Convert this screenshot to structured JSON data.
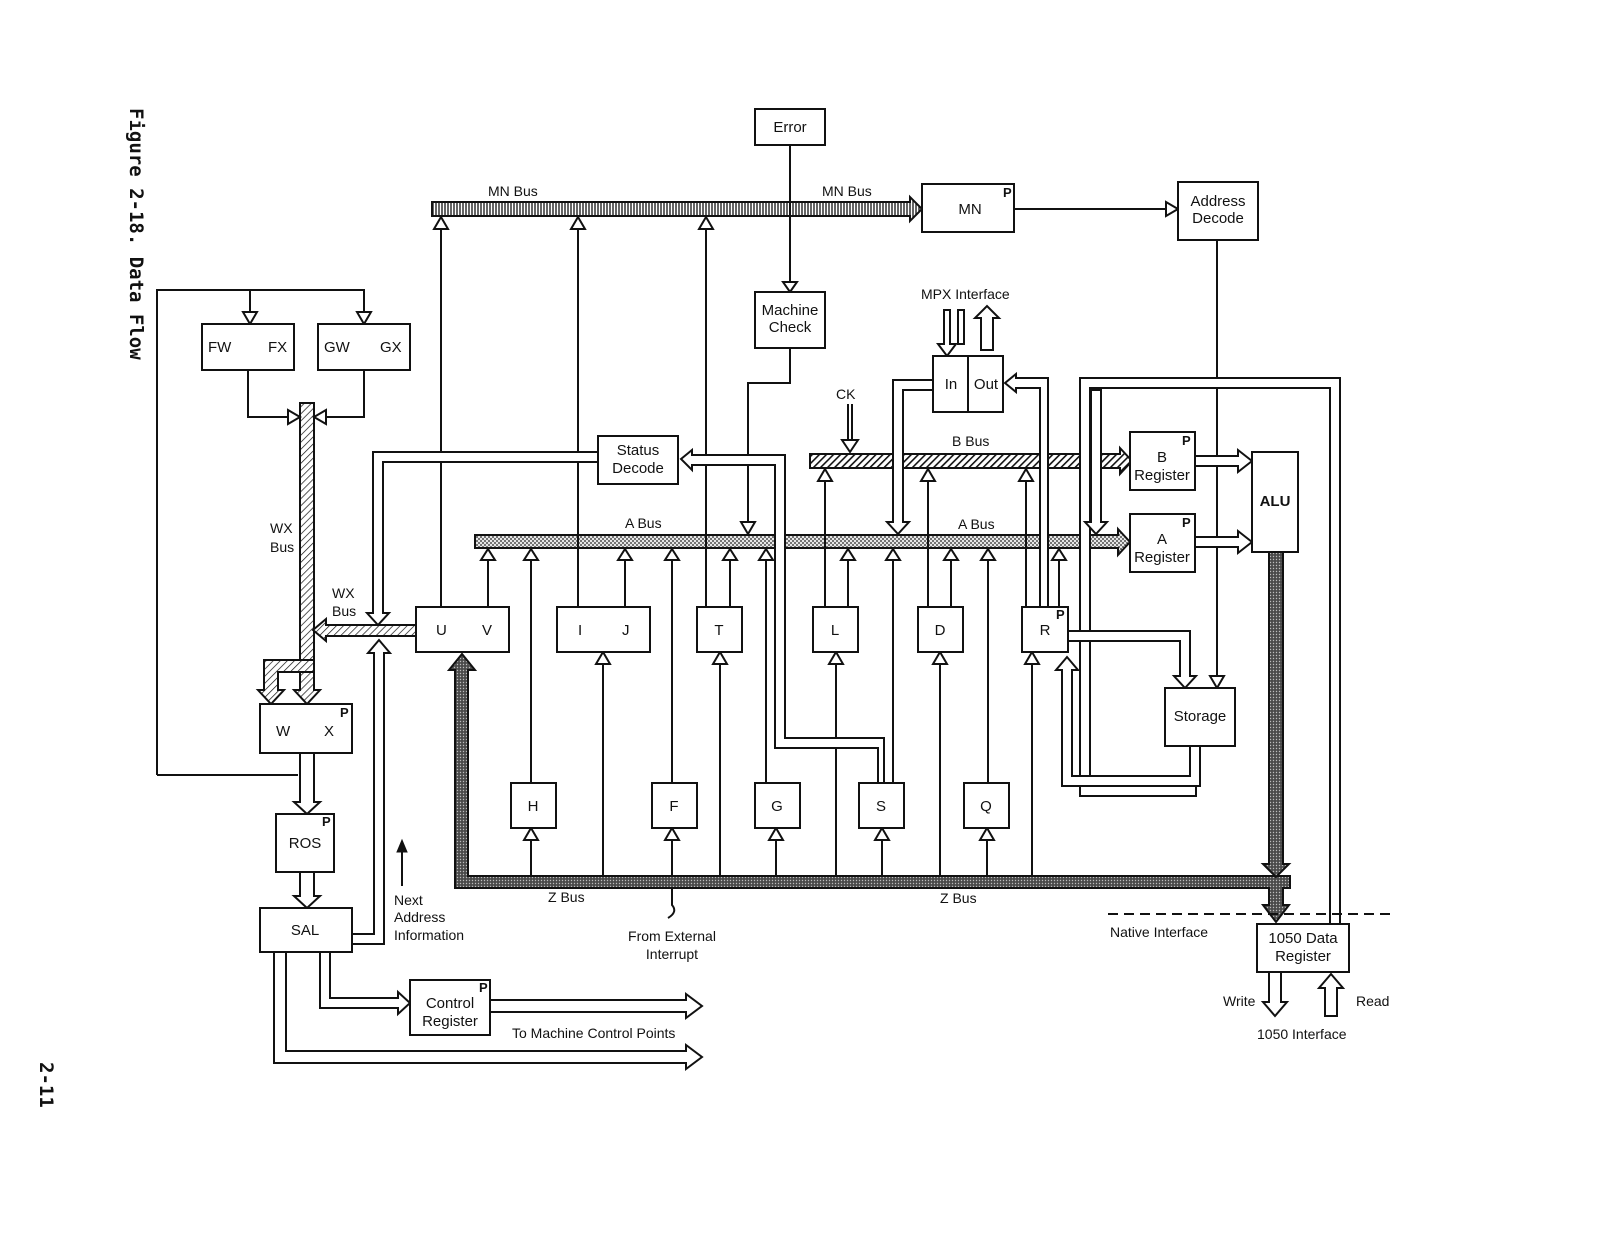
{
  "page": {
    "figure_caption": "Figure 2-18. Data Flow",
    "page_number": "2-11"
  },
  "colors": {
    "ink": "#111111",
    "paper": "#ffffff",
    "z_bus_fill": "#5a5a5a",
    "a_bus_fill": "#d8d8d8",
    "b_bus_fill": "#2a2a2a"
  },
  "registers": {
    "error": "Error",
    "mn": "MN",
    "address_decode": [
      "Address",
      "Decode"
    ],
    "machine_check": [
      "Machine",
      "Check"
    ],
    "mpx_in": "In",
    "mpx_out": "Out",
    "status_decode": [
      "Status",
      "Decode"
    ],
    "b_register": [
      "B",
      "Register"
    ],
    "a_register": [
      "A",
      "Register"
    ],
    "alu": "ALU",
    "fw": "FW",
    "fx": "FX",
    "gw": "GW",
    "gx": "GX",
    "u": "U",
    "v": "V",
    "i": "I",
    "j": "J",
    "t": "T",
    "l": "L",
    "d": "D",
    "r": "R",
    "storage": "Storage",
    "w": "W",
    "x": "X",
    "ros": "ROS",
    "sal": "SAL",
    "h": "H",
    "f": "F",
    "g": "G",
    "s": "S",
    "q": "Q",
    "control_register": [
      "Control",
      "Register"
    ],
    "data_1050_register": [
      "1050 Data",
      "Register"
    ],
    "parity_mark": "P"
  },
  "buses": {
    "mn_bus_left": "MN Bus",
    "mn_bus_right": "MN Bus",
    "b_bus": "B Bus",
    "a_bus_left": "A Bus",
    "a_bus_right": "A Bus",
    "wx_bus_vertical": [
      "WX",
      "Bus"
    ],
    "wx_bus_horizontal": [
      "WX",
      "Bus"
    ],
    "z_bus_left": "Z Bus",
    "z_bus_right": "Z Bus"
  },
  "labels": {
    "mpx_interface": "MPX Interface",
    "ck": "CK",
    "next_address_information": [
      "Next",
      "Address",
      "Information"
    ],
    "from_external_interrupt": [
      "From External",
      "Interrupt"
    ],
    "native_interface": "Native Interface",
    "write": "Write",
    "read": "Read",
    "interface_1050": "1050 Interface",
    "to_machine_control_points": "To Machine Control Points"
  }
}
